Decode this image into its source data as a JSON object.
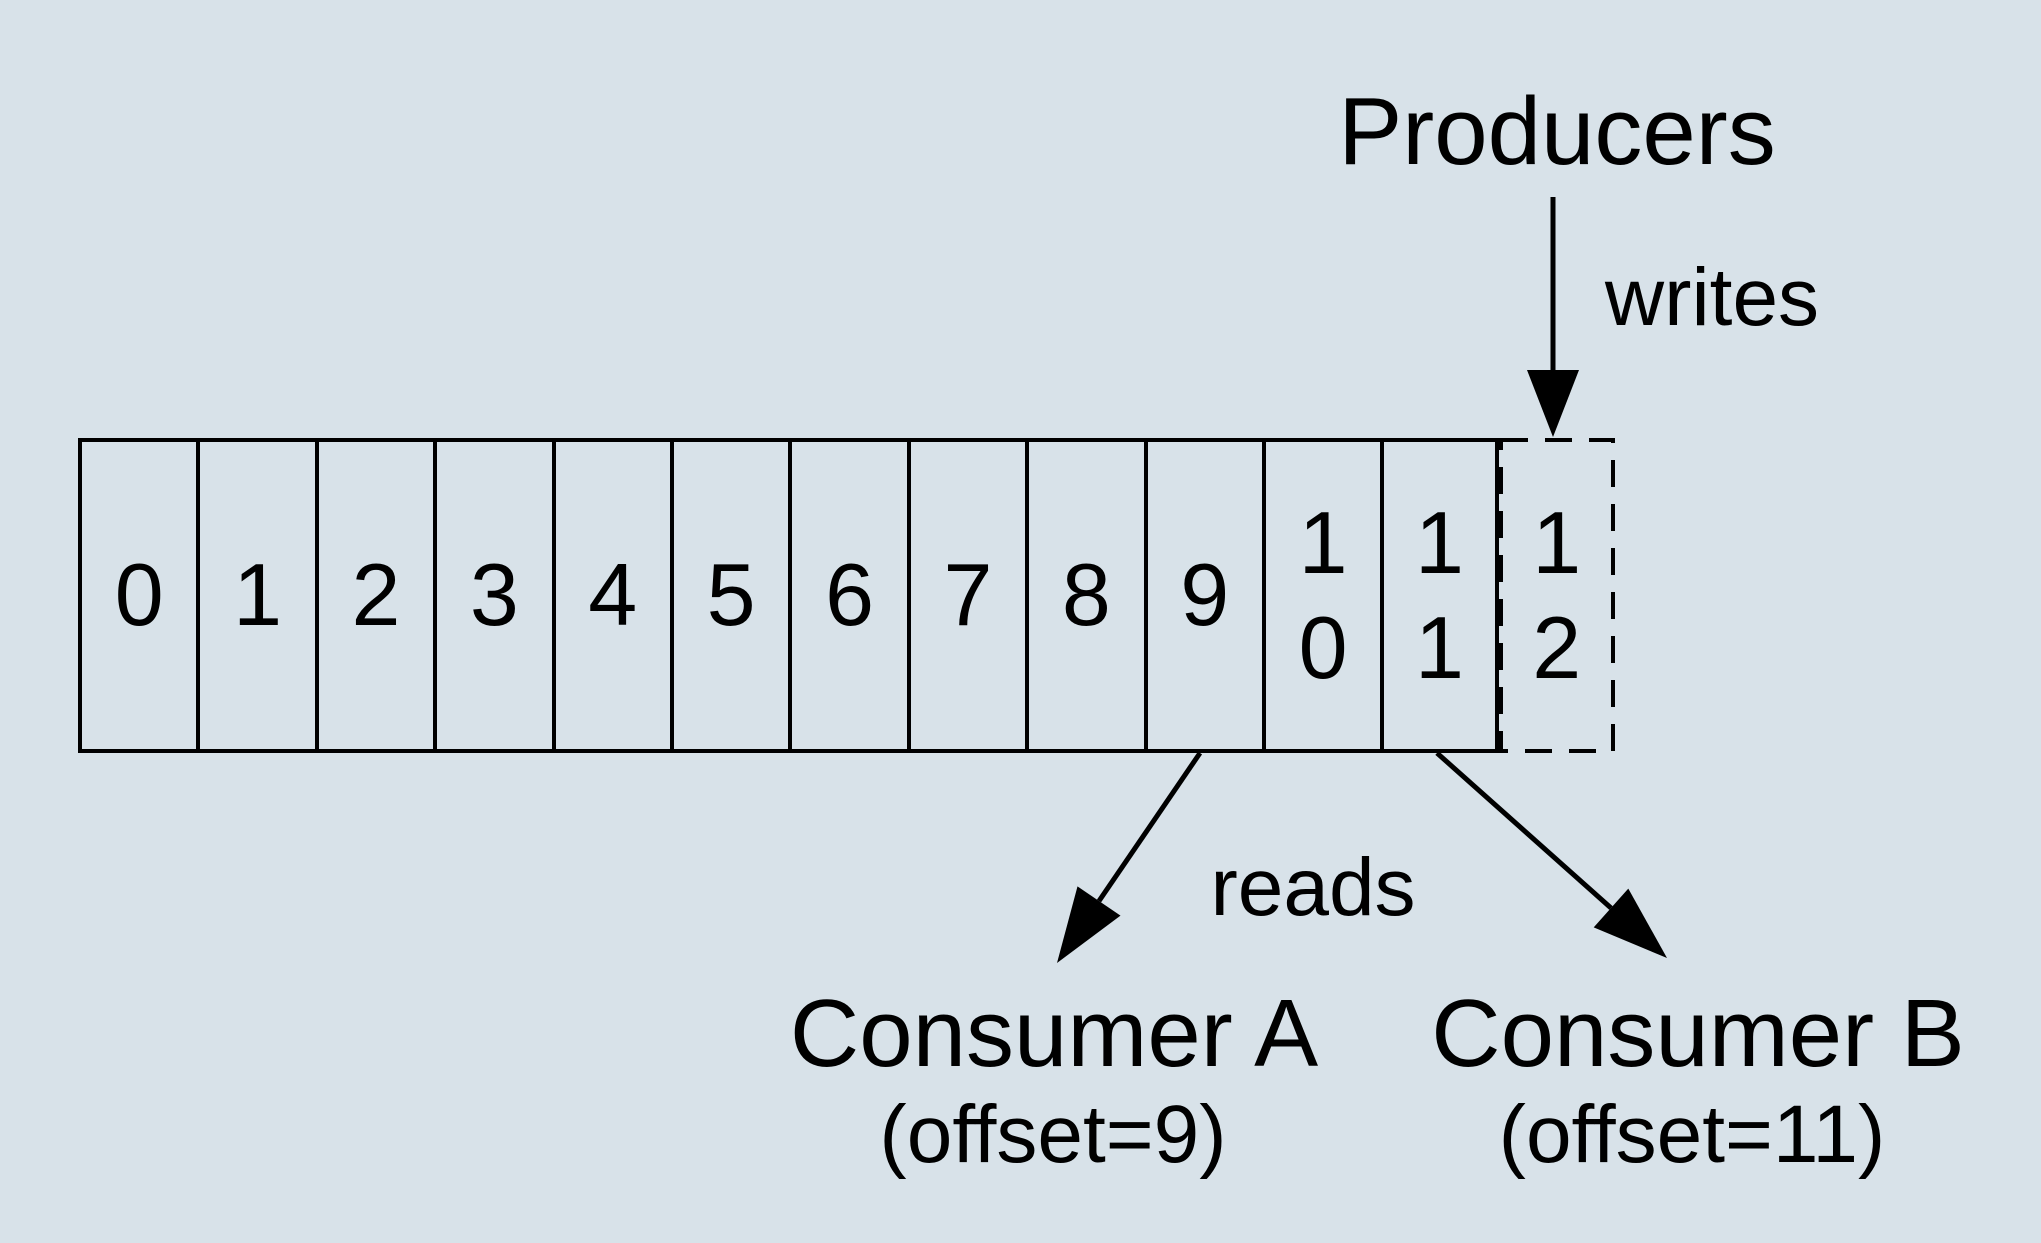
{
  "canvas": {
    "background": "#d8e2e9",
    "ink": "#000000"
  },
  "log": {
    "cells": [
      {
        "label": "0"
      },
      {
        "label": "1"
      },
      {
        "label": "2"
      },
      {
        "label": "3"
      },
      {
        "label": "4"
      },
      {
        "label": "5"
      },
      {
        "label": "6"
      },
      {
        "label": "7"
      },
      {
        "label": "8"
      },
      {
        "label": "9"
      },
      {
        "label": "10"
      },
      {
        "label": "11"
      },
      {
        "label": "12",
        "dashed": true
      }
    ]
  },
  "producers": {
    "label": "Producers",
    "action_label": "writes"
  },
  "consumers": {
    "action_label": "reads",
    "items": [
      {
        "label": "Consumer A",
        "offset_label": "(offset=9)"
      },
      {
        "label": "Consumer B",
        "offset_label": "(offset=11)"
      }
    ]
  }
}
